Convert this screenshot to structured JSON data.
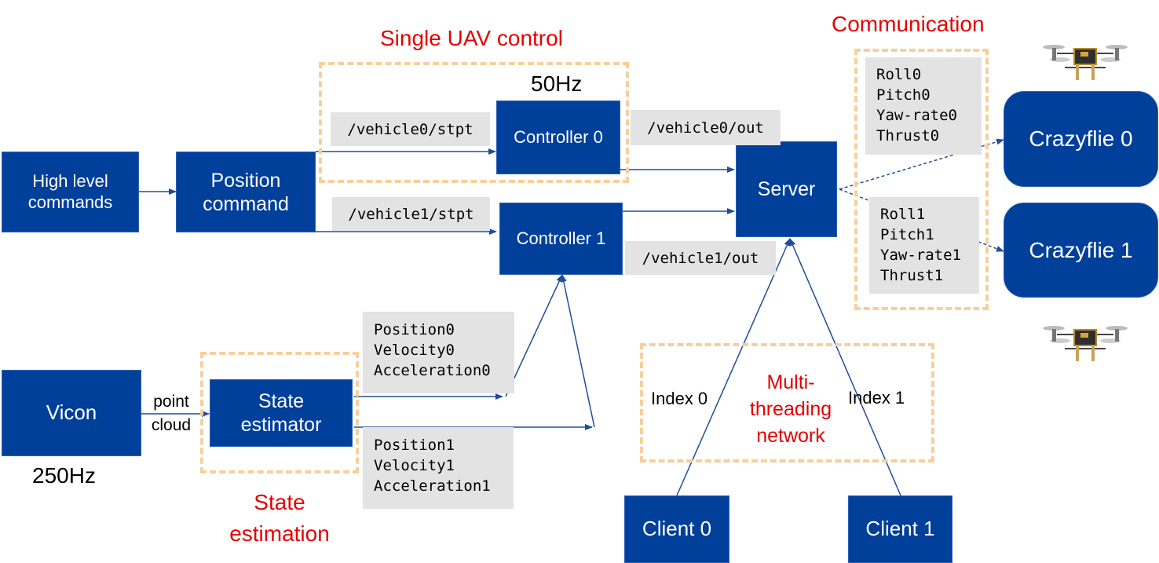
{
  "groups": {
    "single_uav_control": "Single UAV control",
    "communication": "Communication",
    "state_estimation": "State estimation",
    "multithreading": "Multi-threading network"
  },
  "rates": {
    "controller": "50Hz",
    "vicon": "250Hz"
  },
  "nodes": {
    "high_level": "High level commands",
    "position_command": "Position command",
    "controller0": "Controller 0",
    "controller1": "Controller 1",
    "server": "Server",
    "crazyflie0": "Crazyflie 0",
    "crazyflie1": "Crazyflie 1",
    "vicon": "Vicon",
    "state_estimator": "State estimator",
    "client0": "Client 0",
    "client1": "Client 1"
  },
  "topics": {
    "stpt0": "/vehicle0/stpt",
    "stpt1": "/vehicle1/stpt",
    "out0": "/vehicle0/out",
    "out1": "/vehicle1/out",
    "cmd0": "Roll0\nPitch0\nYaw-rate0\nThrust0",
    "cmd1": "Roll1\nPitch1\nYaw-rate1\nThrust1",
    "state0": "Position0\nVelocity0\nAcceleration0",
    "state1": "Position1\nVelocity1\nAcceleration1"
  },
  "edge_labels": {
    "point_cloud": "point cloud",
    "index0": "Index 0",
    "index1": "Index 1"
  },
  "colors": {
    "node_fill": "#003f9a",
    "group_border": "#f7cf9b",
    "group_title": "#e60000",
    "arrow": "#1f4e9a",
    "topic_fill": "#e3e3e3"
  }
}
